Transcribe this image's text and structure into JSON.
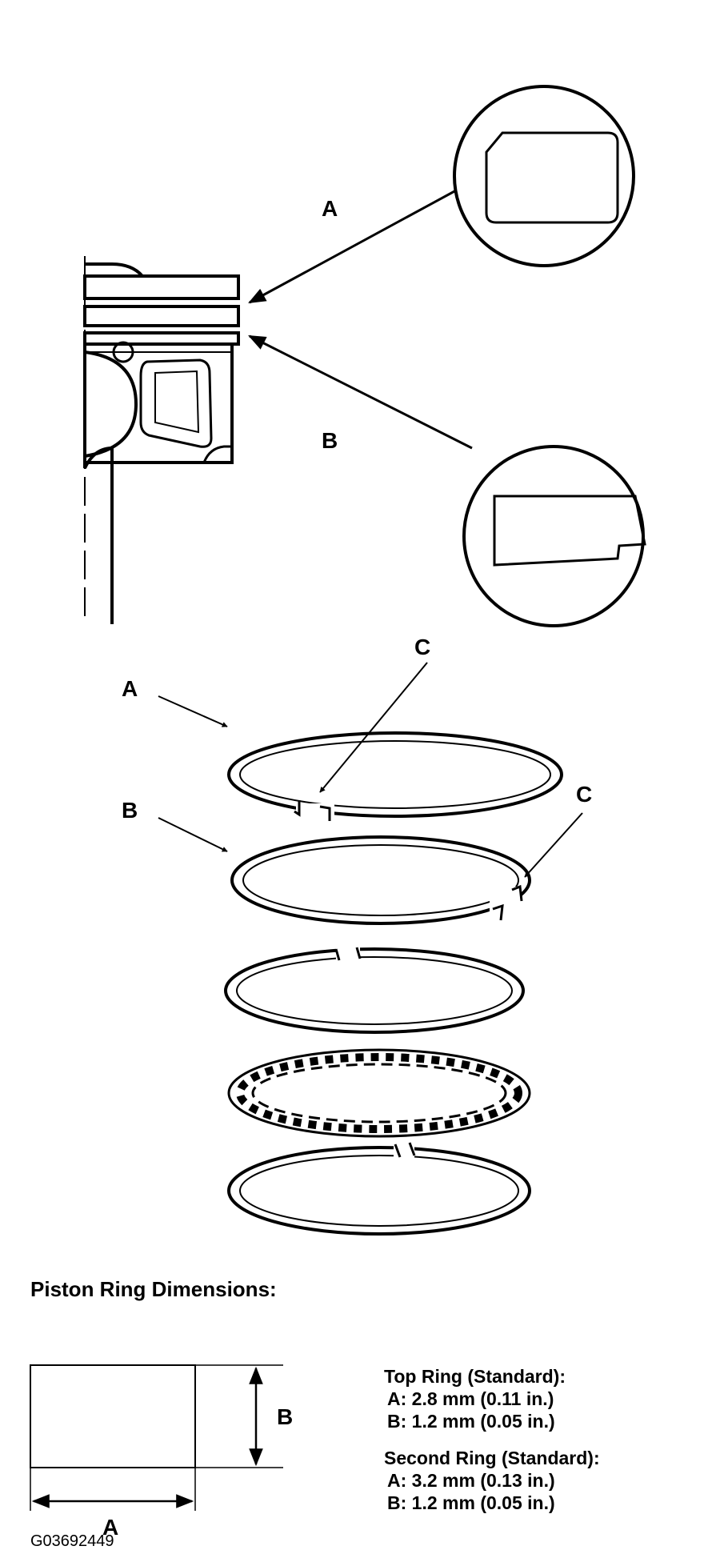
{
  "labels": {
    "upper_a": "A",
    "upper_b": "B",
    "ring_a": "A",
    "ring_b": "B",
    "ring_c1": "C",
    "ring_c2": "C",
    "dim_a": "A",
    "dim_b": "B"
  },
  "dimensions": {
    "title": "Piston Ring Dimensions:",
    "top_ring": {
      "heading": "Top Ring (Standard):",
      "a": "A: 2.8 mm (0.11 in.)",
      "b": "B: 1.2 mm (0.05 in.)"
    },
    "second_ring": {
      "heading": "Second Ring (Standard):",
      "a": "A: 3.2 mm (0.13 in.)",
      "b": "B: 1.2 mm (0.05 in.)"
    }
  },
  "figure_code": "G03692449"
}
